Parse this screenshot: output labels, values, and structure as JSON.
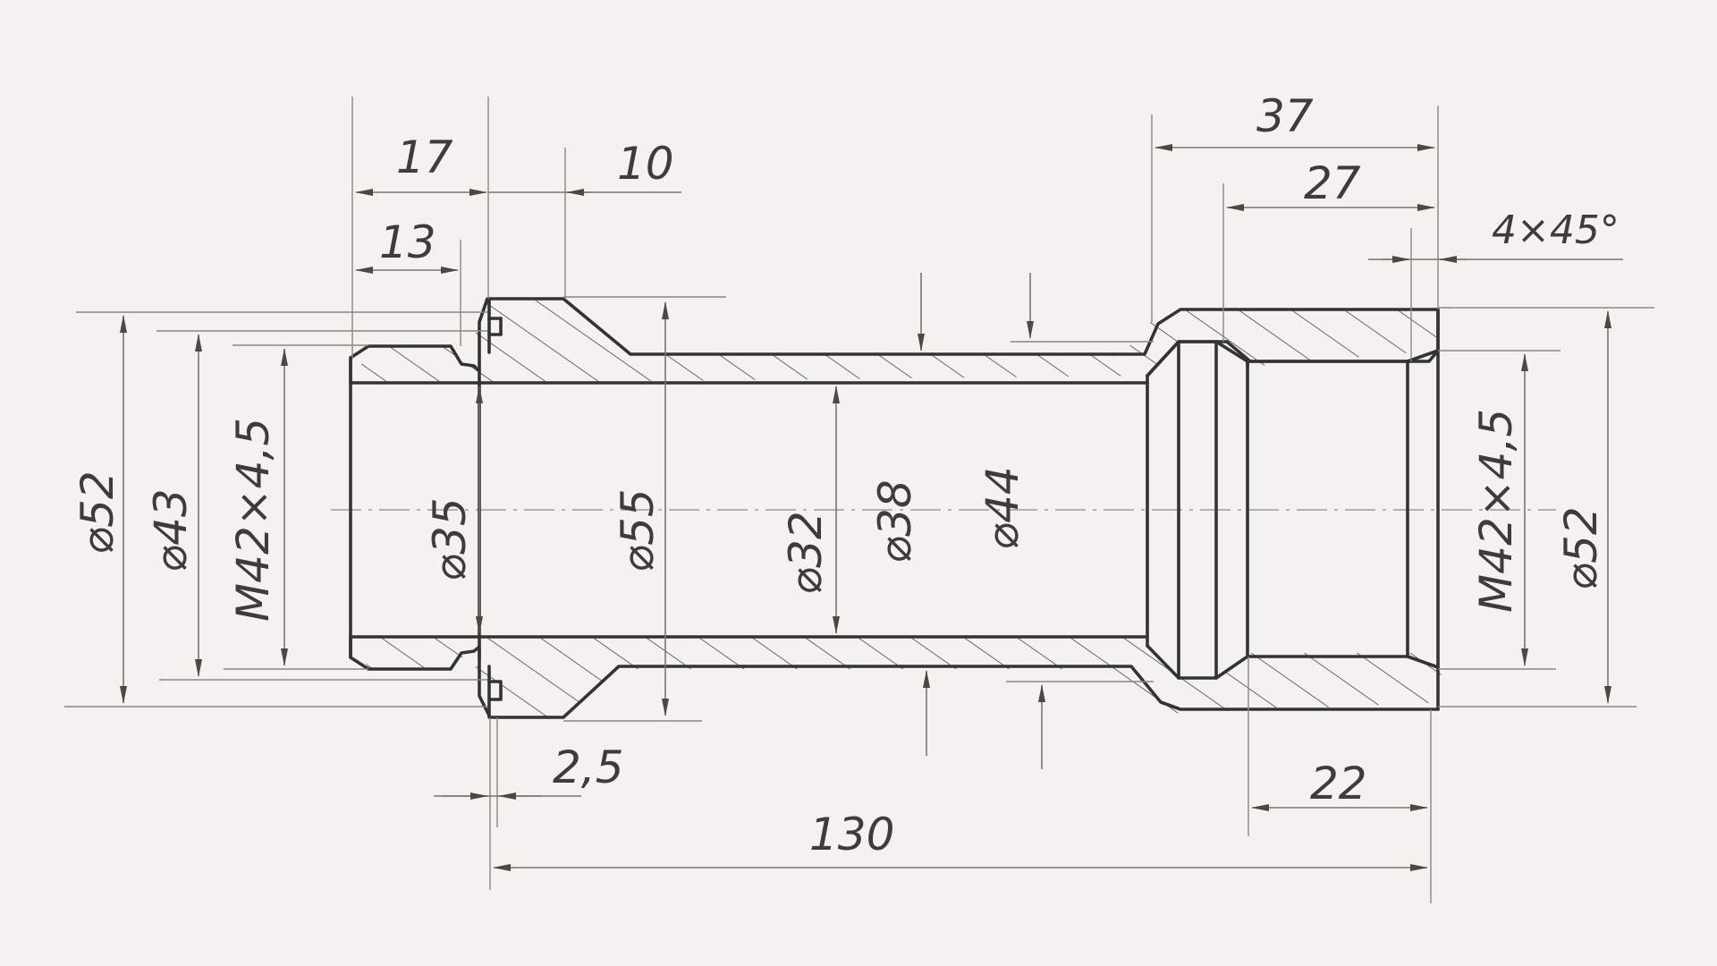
{
  "drawing": {
    "colors": {
      "paper": "#f3f2ee",
      "pencil": "#333330",
      "hatch": "#5a5954"
    },
    "dimensions": {
      "len_17": "17",
      "len_13": "13",
      "len_10": "10",
      "len_37": "37",
      "len_27": "27",
      "chamfer": "4×45°",
      "len_2_5": "2,5",
      "len_22": "22",
      "len_130": "130",
      "dia_52_left": "⌀52",
      "dia_43": "⌀43",
      "thread_left": "M42×4,5",
      "dia_35": "⌀35",
      "dia_55": "⌀55",
      "dia_32": "⌀32",
      "dia_38": "⌀38",
      "dia_44": "⌀44",
      "thread_right": "M42×4,5",
      "dia_52_right": "⌀52"
    }
  }
}
